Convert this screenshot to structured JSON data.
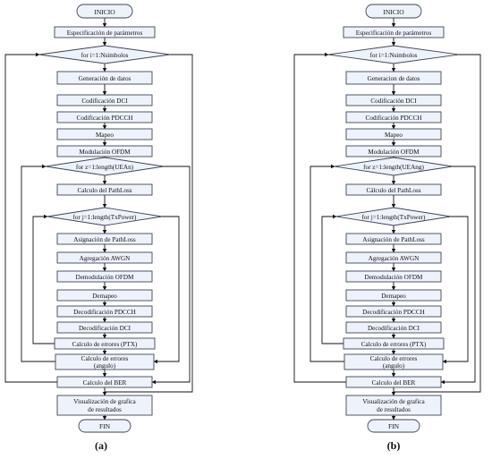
{
  "panels": [
    {
      "caption": "(a)",
      "nodes": {
        "start": "INICIO",
        "params": "Especificación de parámetros",
        "loop_i": "for  i=1:Nsimbolos",
        "gen": "Generación de datos",
        "dci": "Codificación DCI",
        "pdcch": "Codificación PDCCH",
        "map": "Mapeo",
        "ofdm": "Modulación OFDM",
        "loop_z": "for  z=1:length(UEAn)",
        "pathloss": "Calculo del PathLoss",
        "loop_j": "for  j=1:length(TxPower)",
        "assign": "Asignación de PathLoss",
        "awgn": "Agregación AWGN",
        "demod": "Demodulación OFDM",
        "demap": "Demapeo",
        "dec_pdcch": "Decodificación PDCCH",
        "dec_dci": "Decodificación DCI",
        "err_ptx": "Calculo de errores (PTX)",
        "err_ang_1": "Calculo de errores",
        "err_ang_2": "(angulo)",
        "ber": "Calculo del BER",
        "vis_1": "Visualización de grafica",
        "vis_2": "de resultados",
        "end": "FIN"
      }
    },
    {
      "caption": "(b)",
      "nodes": {
        "start": "INICIO",
        "params": "Especificación de parámetros",
        "loop_i": "for  i=1:Nsimbolos",
        "gen": "Generacion de datos",
        "dci": "Codificación DCI",
        "pdcch": "Codificación PDCCH",
        "map": "Mapeo",
        "ofdm": "Modulación OFDM",
        "loop_z": "for  z=1:length(UEAng)",
        "pathloss": "Cálculo del PathLoss",
        "loop_j": "for  j=1:length(TxPower)",
        "assign": "Asignación de PathLoss",
        "awgn": "Agregación AWGN",
        "demod": "Demodulación OFDM",
        "demap": "Demapeo",
        "dec_pdcch": "Decodificación PDCCH",
        "dec_dci": "Decodificación DCI",
        "err_ptx": "Calculo de errores (PTX)",
        "err_ang_1": "Calculo de errores",
        "err_ang_2": "(angulo)",
        "ber": "Calculo del BER",
        "vis_1": "Visualización de grafica",
        "vis_2": "de resultados",
        "end": "FIN"
      }
    }
  ]
}
